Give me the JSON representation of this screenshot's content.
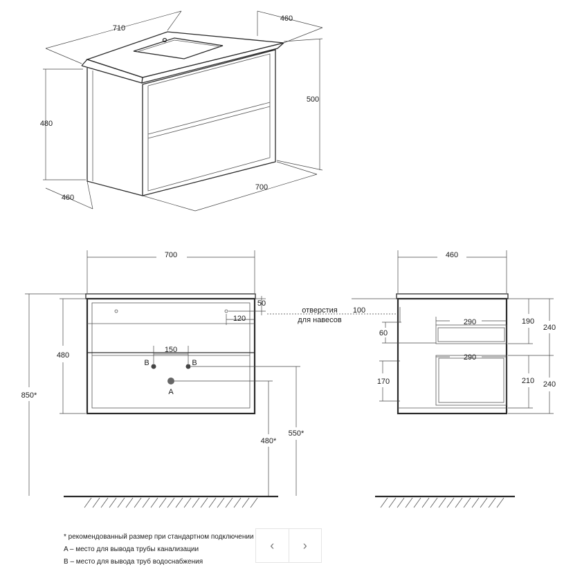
{
  "iso_view": {
    "dims": {
      "width_top": "710",
      "depth_top": "460",
      "height_top": "500",
      "height_body": "480",
      "depth_bottom": "460",
      "width_bottom": "700"
    }
  },
  "front_view": {
    "dims": {
      "width": "700",
      "offset_top": "50",
      "hole_offset": "120",
      "pipe_spacing": "150",
      "body_height": "480",
      "total_height": "850*",
      "drain_height": "480*",
      "water_height": "550*"
    },
    "labels": {
      "pipe_b_left": "B",
      "pipe_b_right": "B",
      "pipe_a": "A",
      "holes_line1": "отверстия",
      "holes_line2": "для навесов"
    }
  },
  "side_view": {
    "dims": {
      "depth": "460",
      "hole_drop": "100",
      "shelf_offset": "60",
      "drawer_depth_top": "290",
      "drawer_depth_bottom": "290",
      "inner_top": "190",
      "outer_top": "240",
      "lower_offset": "170",
      "inner_bottom": "210",
      "outer_bottom": "240"
    }
  },
  "notes": {
    "line1": "* рекомендованный размер при стандартном подключении",
    "line2": "A – место для вывода трубы канализации",
    "line3": "B – место для вывода труб водоснабжения"
  },
  "nav": {
    "prev_icon": "chevron-left-icon",
    "next_icon": "chevron-right-icon",
    "prev_glyph": "‹",
    "next_glyph": "›"
  }
}
